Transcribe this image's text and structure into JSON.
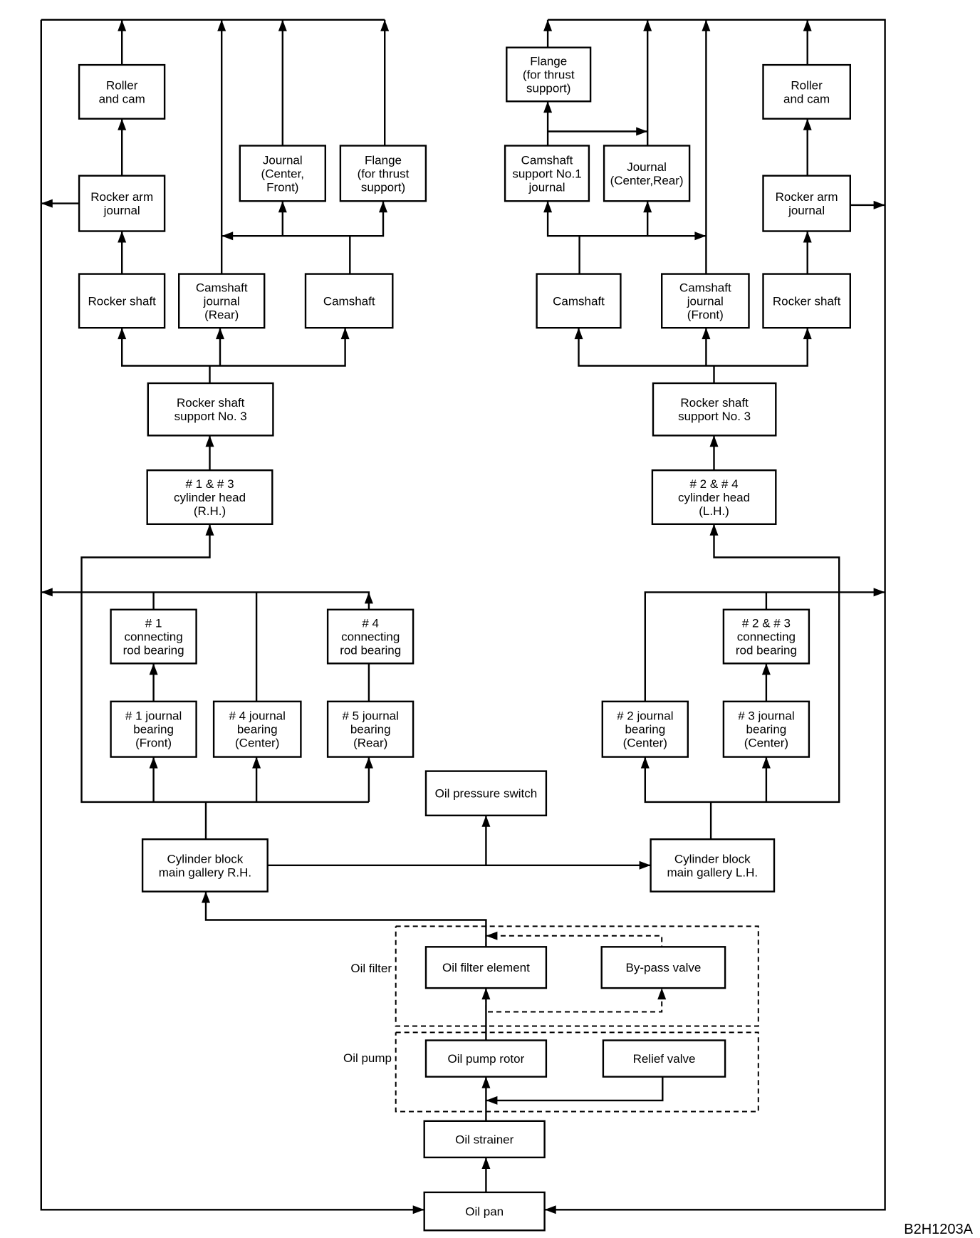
{
  "boxes": {
    "rh_roller_cam": "Roller\nand cam",
    "rh_rocker_arm_journal": "Rocker arm\njournal",
    "rh_journal_center_front": "Journal\n(Center,\nFront)",
    "rh_flange_thrust": "Flange\n(for thrust\nsupport)",
    "rh_rocker_shaft": "Rocker shaft",
    "rh_camshaft_journal_rear": "Camshaft\njournal\n(Rear)",
    "rh_camshaft": "Camshaft",
    "rh_rocker_shaft_support": "Rocker shaft\nsupport No. 3",
    "rh_cylinder_head": "# 1 & # 3\ncylinder head\n(R.H.)",
    "no1_conrod": "# 1\nconnecting\nrod bearing",
    "no4_conrod": "# 4\nconnecting\nrod bearing",
    "no1_journal": "# 1 journal\nbearing\n(Front)",
    "no4_journal": "# 4 journal\nbearing\n(Center)",
    "no5_journal": "# 5 journal\nbearing\n(Rear)",
    "gallery_rh": "Cylinder block\nmain gallery R.H.",
    "lh_flange_thrust": "Flange\n(for thrust\nsupport)",
    "lh_roller_cam": "Roller\nand cam",
    "lh_camshaft_support_no1": "Camshaft\nsupport No.1\njournal",
    "lh_journal_center_rear": "Journal\n(Center,Rear)",
    "lh_rocker_arm_journal": "Rocker arm\njournal",
    "lh_camshaft": "Camshaft",
    "lh_camshaft_journal_front": "Camshaft\njournal\n(Front)",
    "lh_rocker_shaft": "Rocker shaft",
    "lh_rocker_shaft_support": "Rocker shaft\nsupport No. 3",
    "lh_cylinder_head": "# 2 & # 4\ncylinder head\n(L.H.)",
    "no23_conrod": "# 2 & # 3\nconnecting\nrod bearing",
    "no2_journal": "# 2 journal\nbearing\n(Center)",
    "no3_journal": "# 3 journal\nbearing\n(Center)",
    "gallery_lh": "Cylinder block\nmain gallery L.H.",
    "oil_pressure_switch": "Oil pressure switch",
    "oil_filter_element": "Oil filter element",
    "bypass_valve": "By-pass valve",
    "oil_pump_rotor": "Oil pump rotor",
    "relief_valve": "Relief valve",
    "oil_strainer": "Oil strainer",
    "oil_pan": "Oil pan"
  },
  "group_labels": {
    "oil_filter": "Oil filter",
    "oil_pump": "Oil pump"
  },
  "figure_id": "B2H1203A"
}
